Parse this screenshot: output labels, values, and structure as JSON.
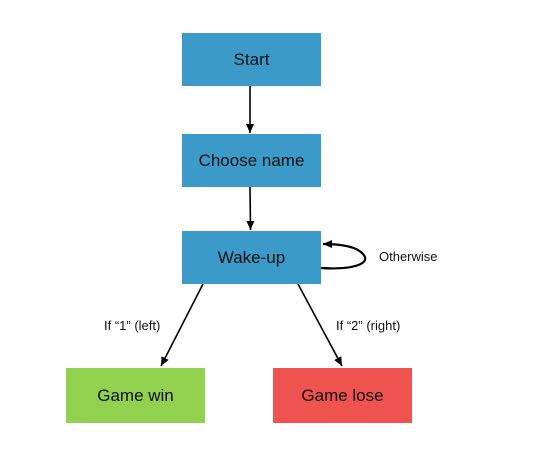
{
  "colors": {
    "process": "#3c9ac9",
    "win": "#92d050",
    "lose": "#ef5350",
    "edge": "#000000"
  },
  "nodes": {
    "start": "Start",
    "choose_name": "Choose name",
    "wake_up": "Wake-up",
    "game_win": "Game win",
    "game_lose": "Game lose"
  },
  "edges": {
    "otherwise": "Otherwise",
    "if_left": "If “1” (left)",
    "if_right": "If “2” (right)"
  }
}
